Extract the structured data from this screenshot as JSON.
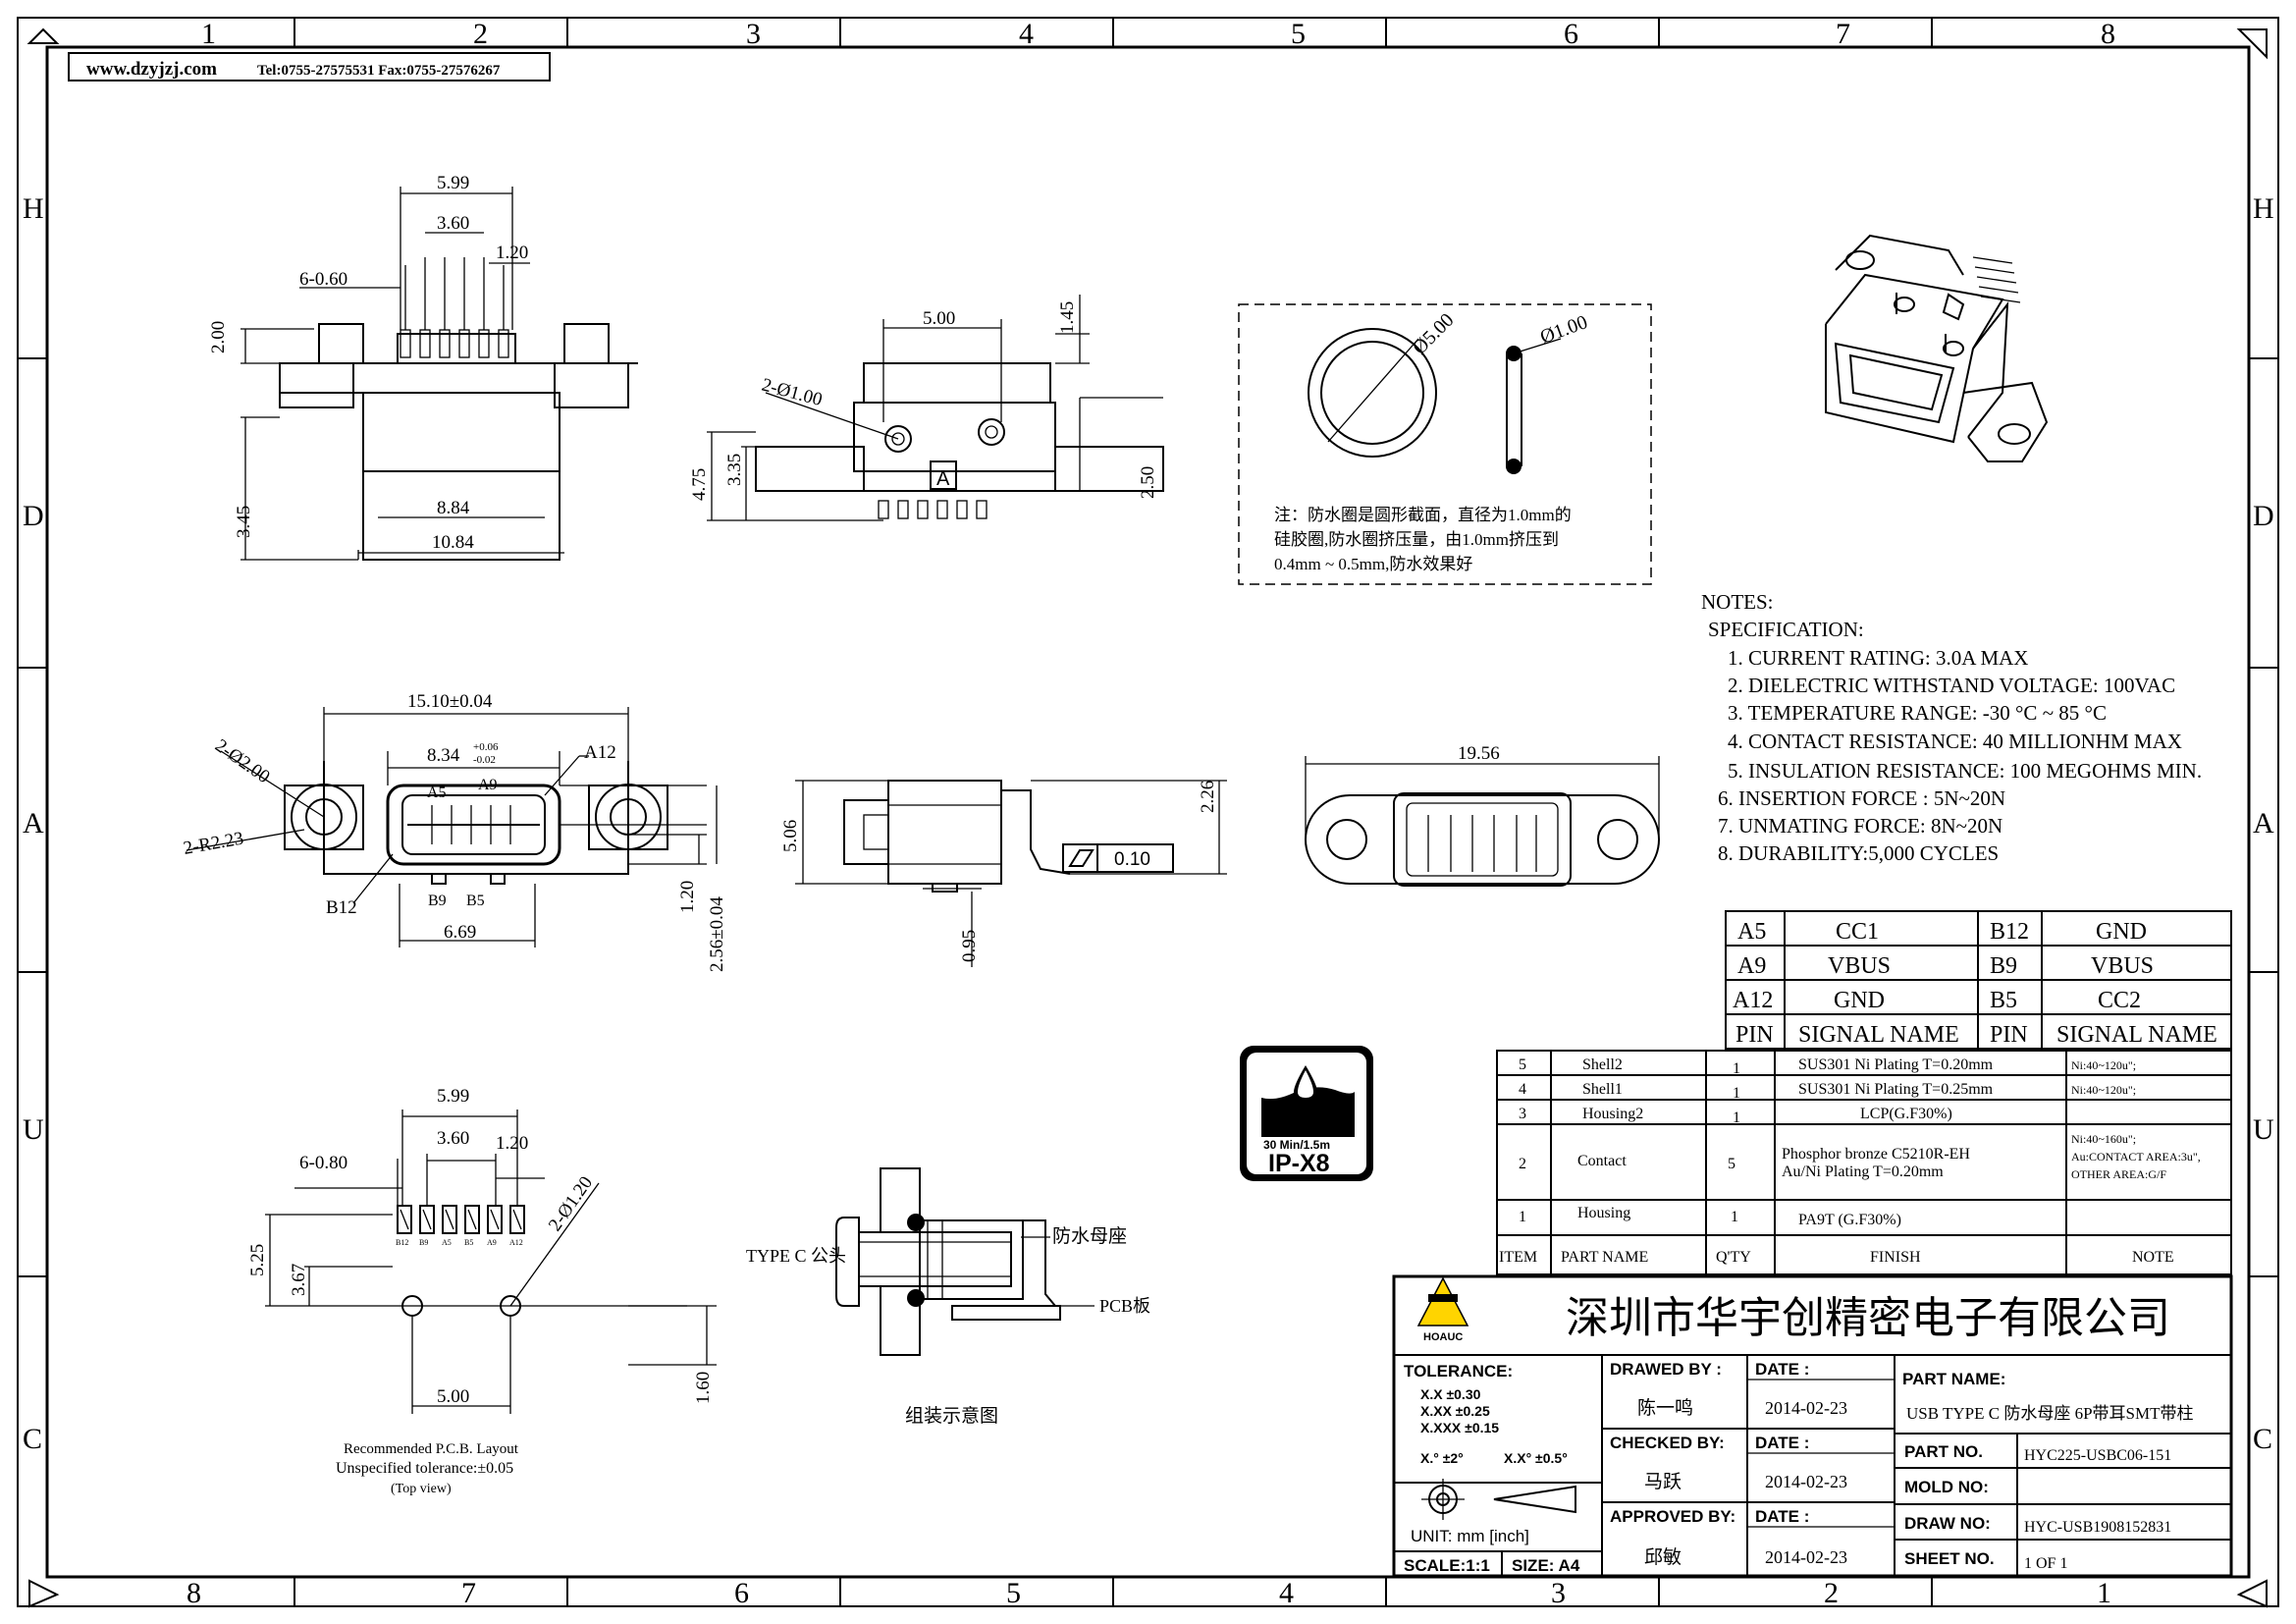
{
  "frame": {
    "top_numbers": [
      "1",
      "2",
      "3",
      "4",
      "5",
      "6",
      "7",
      "8"
    ],
    "bottom_numbers": [
      "8",
      "7",
      "6",
      "5",
      "4",
      "3",
      "2",
      "1"
    ],
    "left_letters": [
      "H",
      "D",
      "A",
      "U",
      "C"
    ],
    "right_letters": [
      "H",
      "D",
      "A",
      "U",
      "C"
    ]
  },
  "header": {
    "website": "www.dzyjzj.com",
    "contact": "Tel:0755-27575531 Fax:0755-27576267"
  },
  "views": {
    "top_left": {
      "d1": "5.99",
      "d2": "3.60",
      "d3": "1.20",
      "d4": "6-0.60",
      "d5": "2.00",
      "d6": "3.45",
      "d7": "8.84",
      "d8": "10.84"
    },
    "side_view": {
      "d1": "5.00",
      "d2": "1.45",
      "d3": "2-Ø1.00",
      "d4": "4.75",
      "d5": "3.35",
      "d6": "2.50",
      "label_a": "A"
    },
    "seal": {
      "outer": "Ø5.00",
      "cord": "Ø1.00",
      "note_l1": "注：防水圈是圆形截面，直径为1.0mm的",
      "note_l2": "硅胶圈,防水圈挤压量，由1.0mm挤压到",
      "note_l3": "0.4mm ~ 0.5mm,防水效果好"
    },
    "front_view": {
      "d1": "15.10±0.04",
      "d2": "8.34",
      "tol_up": "+0.06",
      "tol_dn": "-0.02",
      "d3": "A12",
      "d4": "A5",
      "d5": "A9",
      "d6": "2-Ø2.00",
      "d7": "2-R2.23",
      "d8": "B12",
      "d9": "B9",
      "d10": "B5",
      "d11": "6.69",
      "d12": "1.20",
      "d13": "2.56±0.04"
    },
    "profile": {
      "d1": "5.06",
      "d2": "2.26",
      "d3": "0.95",
      "flatness": "0.10"
    },
    "bottom": {
      "d1": "19.56"
    },
    "pcb": {
      "d1": "5.99",
      "d2": "3.60",
      "d3": "1.20",
      "d4": "6-0.80",
      "d5": "2-Ø1.20",
      "d6": "5.25",
      "d7": "3.67",
      "d8": "5.00",
      "d9": "1.60",
      "pins": [
        "B12",
        "B9",
        "A5",
        "B5",
        "A9",
        "A12"
      ],
      "cap1": "Recommended P.C.B. Layout",
      "cap2": "Unspecified tolerance:±0.05",
      "cap3": "(Top view)"
    },
    "assembly": {
      "plug": "TYPE C 公头",
      "socket": "防水母座",
      "pcb": "PCB板",
      "caption": "组装示意图"
    },
    "ip_badge": {
      "line1": "30 Min/1.5m",
      "line2": "IP-X8"
    }
  },
  "notes": {
    "title": "NOTES:",
    "subtitle": "SPECIFICATION:",
    "items": [
      "1. CURRENT RATING: 3.0A MAX",
      "2. DIELECTRIC WITHSTAND VOLTAGE: 100VAC",
      "3. TEMPERATURE RANGE: -30 °C ~ 85 °C",
      "4. CONTACT RESISTANCE: 40 MILLIONHM MAX",
      "5. INSULATION RESISTANCE: 100 MEGOHMS MIN.",
      "6. INSERTION FORCE : 5N~20N",
      "7. UNMATING FORCE: 8N~20N",
      "8. DURABILITY:5,000 CYCLES"
    ]
  },
  "pin_table": {
    "rows": [
      [
        "A5",
        "CC1",
        "B12",
        "GND"
      ],
      [
        "A9",
        "VBUS",
        "B9",
        "VBUS"
      ],
      [
        "A12",
        "GND",
        "B5",
        "CC2"
      ],
      [
        "PIN",
        "SIGNAL NAME",
        "PIN",
        "SIGNAL NAME"
      ]
    ]
  },
  "bom": {
    "rows": [
      {
        "item": "5",
        "name": "Shell2",
        "qty": "1",
        "finish": "SUS301 Ni  Plating T=0.20mm",
        "note": "Ni:40~120u\";"
      },
      {
        "item": "4",
        "name": "Shell1",
        "qty": "1",
        "finish": "SUS301 Ni  Plating T=0.25mm",
        "note": "Ni:40~120u\";"
      },
      {
        "item": "3",
        "name": "Housing2",
        "qty": "1",
        "finish": "LCP(G.F30%)",
        "note": ""
      },
      {
        "item": "2",
        "name": "Contact",
        "qty": "5",
        "finish": "Phosphor bronze C5210R-EH",
        "finish2": "Au/Ni  Plating  T=0.20mm",
        "note": "Ni:40~160u\";",
        "note2": "Au:CONTACT AREA:3u\",",
        "note3": "OTHER AREA:G/F"
      },
      {
        "item": "1",
        "name": "Housing",
        "qty": "1",
        "finish": "PA9T (G.F30%)",
        "note": ""
      }
    ],
    "header": {
      "item": "ITEM",
      "name": "PART  NAME",
      "qty": "Q'TY",
      "finish": "FINISH",
      "note": "NOTE"
    }
  },
  "title_block": {
    "company": "深圳市华宇创精密电子有限公司",
    "logo_text": "HOAUC",
    "tolerance_label": "TOLERANCE:",
    "tol1": "X.X   ±0.30",
    "tol2": "X.XX  ±0.25",
    "tol3": "X.XXX ±0.15",
    "tol_ang1": "X.° ±2°",
    "tol_ang2": "X.X° ±0.5°",
    "unit": "UNIT:  mm  [inch]",
    "scale": "SCALE:1:1",
    "size": "SIZE: A4",
    "drawn_by_label": "DRAWED BY :",
    "drawn_by": "陈一鸣",
    "checked_by_label": "CHECKED BY:",
    "checked_by": "马跃",
    "approved_by_label": "APPROVED BY:",
    "approved_by": "邱敏",
    "date_label": "DATE :",
    "date1": "2014-02-23",
    "date2": "2014-02-23",
    "date3": "2014-02-23",
    "part_name_label": "PART NAME:",
    "part_name": "USB TYPE C 防水母座 6P带耳SMT带柱",
    "part_no_label": "PART NO.",
    "part_no": "HYC225-USBC06-151",
    "mold_no_label": "MOLD NO:",
    "mold_no": "",
    "draw_no_label": "DRAW NO:",
    "draw_no": "HYC-USB1908152831",
    "sheet_no_label": "SHEET NO.",
    "sheet_no": "1 OF 1"
  }
}
